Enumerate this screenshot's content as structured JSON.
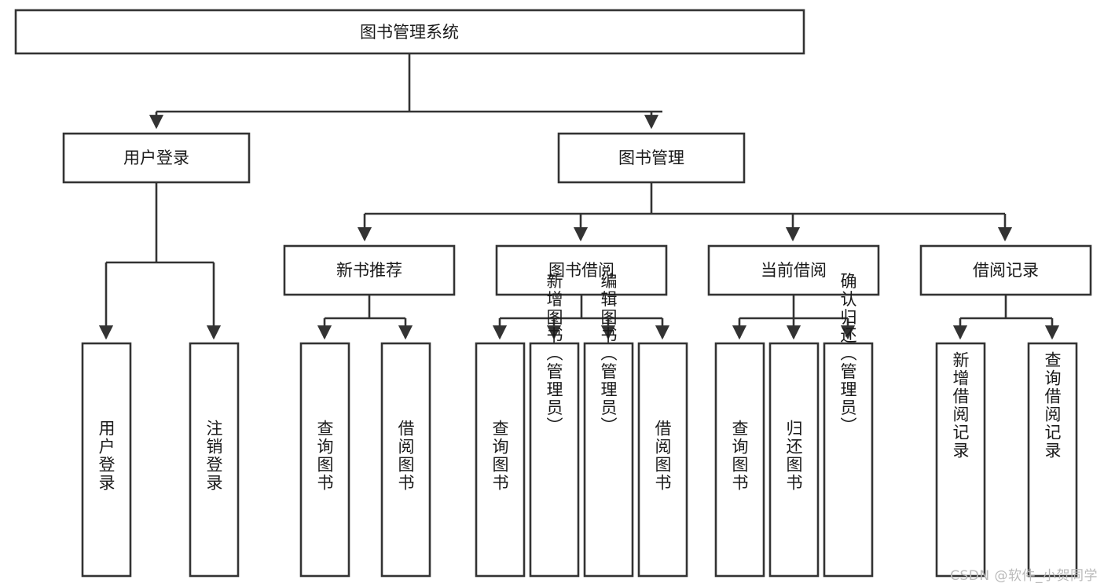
{
  "diagram": {
    "type": "hierarchy-tree",
    "title": "图书管理系统",
    "root": {
      "id": "root",
      "label": "图书管理系统",
      "level": 0
    },
    "level2": [
      {
        "id": "user-login",
        "label": "用户登录"
      },
      {
        "id": "book-manage",
        "label": "图书管理"
      }
    ],
    "level3": [
      {
        "id": "new-book-rec",
        "label": "新书推荐",
        "parent": "book-manage"
      },
      {
        "id": "book-borrow",
        "label": "图书借阅",
        "parent": "book-manage"
      },
      {
        "id": "current-borrow",
        "label": "当前借阅",
        "parent": "book-manage"
      },
      {
        "id": "borrow-record",
        "label": "借阅记录",
        "parent": "book-manage"
      }
    ],
    "leaves": [
      {
        "id": "leaf-user-login",
        "label": "用户登录",
        "parent": "user-login"
      },
      {
        "id": "leaf-logout",
        "label": "注销登录",
        "parent": "user-login"
      },
      {
        "id": "leaf-query-book-1",
        "label": "查询图书",
        "parent": "new-book-rec"
      },
      {
        "id": "leaf-borrow-book-1",
        "label": "借阅图书",
        "parent": "new-book-rec"
      },
      {
        "id": "leaf-query-book-2",
        "label": "查询图书",
        "parent": "book-borrow"
      },
      {
        "id": "leaf-add-book",
        "label": "新增图书（管理员）",
        "parent": "book-borrow"
      },
      {
        "id": "leaf-edit-book",
        "label": "编辑图书（管理员）",
        "parent": "book-borrow"
      },
      {
        "id": "leaf-borrow-book-2",
        "label": "借阅图书",
        "parent": "book-borrow"
      },
      {
        "id": "leaf-query-book-3",
        "label": "查询图书",
        "parent": "current-borrow"
      },
      {
        "id": "leaf-return-book",
        "label": "归还图书",
        "parent": "current-borrow"
      },
      {
        "id": "leaf-confirm-return",
        "label": "确认归还（管理员）",
        "parent": "current-borrow"
      },
      {
        "id": "leaf-add-record",
        "label": "新增借阅记录",
        "parent": "borrow-record"
      },
      {
        "id": "leaf-query-record",
        "label": "查询借阅记录",
        "parent": "borrow-record"
      }
    ]
  },
  "watermark": {
    "text": "CSDN @软件_小贺同学"
  },
  "colors": {
    "stroke": "#333333",
    "box_fill": "#ffffff",
    "text": "#1a1a1a",
    "watermark": "#b9b9b9",
    "background": "#ffffff"
  }
}
